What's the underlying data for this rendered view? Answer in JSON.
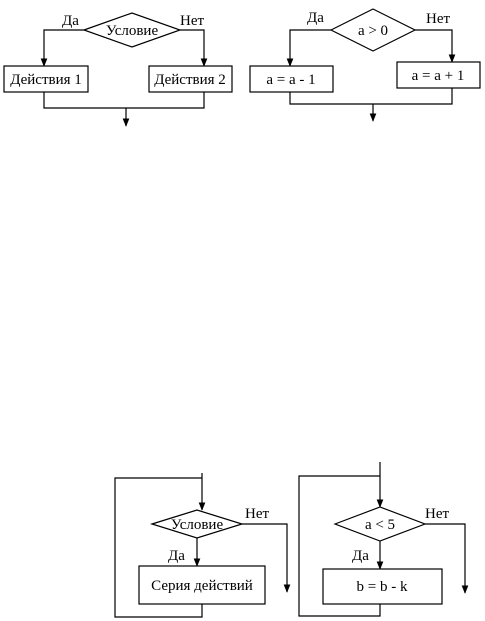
{
  "diagram1": {
    "condition": "Условие",
    "yes": "Да",
    "no": "Нет",
    "action_yes": "Действия 1",
    "action_no": "Действия 2"
  },
  "diagram2": {
    "condition": "a > 0",
    "yes": "Да",
    "no": "Нет",
    "action_yes": "a = a - 1",
    "action_no": "a = a + 1"
  },
  "diagram3": {
    "condition": "Условие",
    "yes": "Да",
    "no": "Нет",
    "body": "Серия действий"
  },
  "diagram4": {
    "condition": "a < 5",
    "yes": "Да",
    "no": "Нет",
    "body": "b = b - k"
  }
}
